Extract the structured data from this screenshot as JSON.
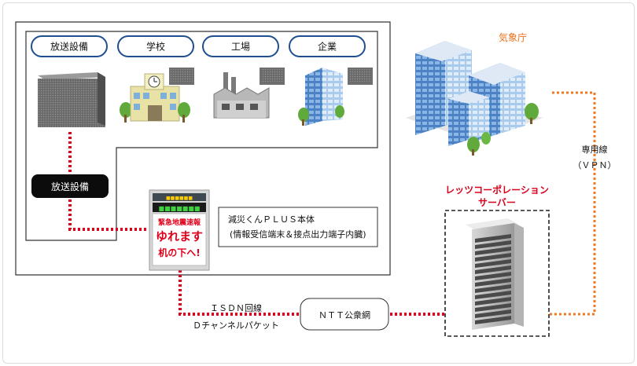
{
  "categories": [
    {
      "key": "broadcast",
      "label": "放送設備"
    },
    {
      "key": "school",
      "label": "学校"
    },
    {
      "key": "factory",
      "label": "工場"
    },
    {
      "key": "company",
      "label": "企業"
    }
  ],
  "broadcast_box": {
    "label": "放送設備"
  },
  "agency": {
    "label": "気象庁"
  },
  "device": {
    "display_lines": [
      "緊急地震速報",
      "ゆれます",
      "机の下へ!"
    ]
  },
  "device_desc": {
    "line1": "減災くんＰＬＵＳ本体",
    "line2": "(情報受信端末＆接点出力端子内臓)"
  },
  "server": {
    "line1": "レッツコーポレーション",
    "line2": "サーバー"
  },
  "vpn": {
    "line1": "専用線",
    "line2": "（ＶＰＮ）"
  },
  "ntt": {
    "label": "ＮＴＴ公衆網"
  },
  "isdn": {
    "line1": "ＩＳＤＮ回線",
    "line2": "Ｄチャンネルパケット"
  },
  "colors": {
    "accent_blue": "#1f4f8f",
    "red_dot": "#e0001a",
    "orange_dot": "#f07820",
    "agency_text": "#e8701a",
    "server_text": "#d9001b"
  }
}
